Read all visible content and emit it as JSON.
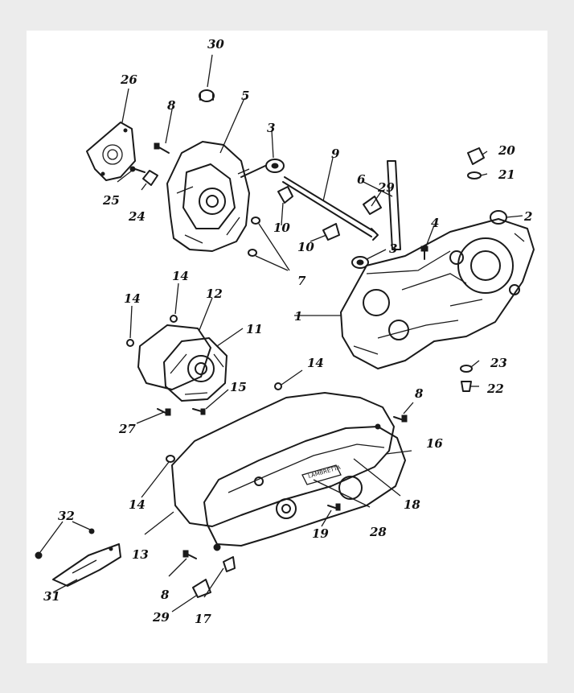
{
  "diagram": {
    "badge_text": "LAMBRETTA",
    "parts": [
      {
        "id": "p1",
        "label": "1"
      },
      {
        "id": "p2",
        "label": "2"
      },
      {
        "id": "p3a",
        "label": "3"
      },
      {
        "id": "p3b",
        "label": "3"
      },
      {
        "id": "p4",
        "label": "4"
      },
      {
        "id": "p5",
        "label": "5"
      },
      {
        "id": "p6",
        "label": "6"
      },
      {
        "id": "p7",
        "label": "7"
      },
      {
        "id": "p8a",
        "label": "8"
      },
      {
        "id": "p8b",
        "label": "8"
      },
      {
        "id": "p8c",
        "label": "8"
      },
      {
        "id": "p9",
        "label": "9"
      },
      {
        "id": "p10a",
        "label": "10"
      },
      {
        "id": "p10b",
        "label": "10"
      },
      {
        "id": "p11",
        "label": "11"
      },
      {
        "id": "p12",
        "label": "12"
      },
      {
        "id": "p13",
        "label": "13"
      },
      {
        "id": "p14a",
        "label": "14"
      },
      {
        "id": "p14b",
        "label": "14"
      },
      {
        "id": "p14c",
        "label": "14"
      },
      {
        "id": "p14d",
        "label": "14"
      },
      {
        "id": "p15",
        "label": "15"
      },
      {
        "id": "p16",
        "label": "16"
      },
      {
        "id": "p17",
        "label": "17"
      },
      {
        "id": "p18",
        "label": "18"
      },
      {
        "id": "p19",
        "label": "19"
      },
      {
        "id": "p20",
        "label": "20"
      },
      {
        "id": "p21",
        "label": "21"
      },
      {
        "id": "p22",
        "label": "22"
      },
      {
        "id": "p23",
        "label": "23"
      },
      {
        "id": "p24",
        "label": "24"
      },
      {
        "id": "p25",
        "label": "25"
      },
      {
        "id": "p26",
        "label": "26"
      },
      {
        "id": "p27",
        "label": "27"
      },
      {
        "id": "p28",
        "label": "28"
      },
      {
        "id": "p29a",
        "label": "29"
      },
      {
        "id": "p29b",
        "label": "29"
      },
      {
        "id": "p30",
        "label": "30"
      },
      {
        "id": "p31",
        "label": "31"
      },
      {
        "id": "p32",
        "label": "32"
      }
    ]
  }
}
